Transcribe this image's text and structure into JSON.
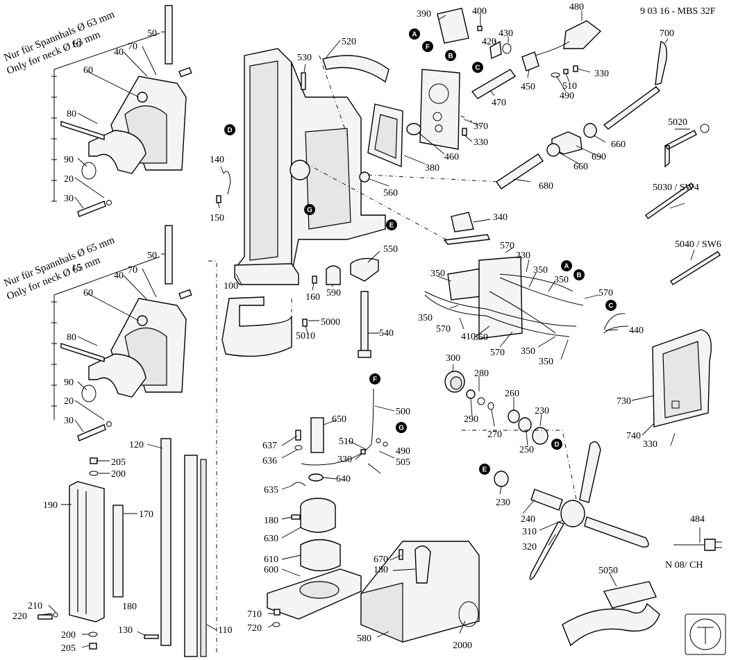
{
  "header": {
    "doc_id": "9 03 16 - MBS 32F"
  },
  "notes": {
    "neck63_de": "Nur für Spannhals Ø 63 mm",
    "neck63_en": "Only for neck Ø 63 mm",
    "neck65_de": "Nur für Spannhals Ø 65 mm",
    "neck65_en": "Only for neck Ø 65 mm",
    "country": "N 08/ CH"
  },
  "brand": {
    "logo": "fein-logo"
  },
  "markers": [
    "A",
    "F",
    "B",
    "C",
    "D",
    "G",
    "E",
    "A",
    "B",
    "C",
    "D",
    "E",
    "F",
    "G"
  ],
  "part_labels": [
    "50",
    "10",
    "40",
    "70",
    "60",
    "80",
    "90",
    "20",
    "30",
    "50",
    "15",
    "40",
    "70",
    "60",
    "80",
    "90",
    "20",
    "30",
    "205",
    "200",
    "190",
    "170",
    "210",
    "220",
    "180",
    "200",
    "205",
    "120",
    "130",
    "110",
    "520",
    "530",
    "140",
    "150",
    "100",
    "160",
    "590",
    "5000",
    "5010",
    "390",
    "400",
    "420",
    "430",
    "370",
    "330",
    "380",
    "460",
    "560",
    "480",
    "450",
    "470",
    "330",
    "510",
    "490",
    "700",
    "660",
    "690",
    "660",
    "5020",
    "680",
    "340",
    "570",
    "330",
    "350",
    "350",
    "350",
    "350",
    "570",
    "350",
    "410",
    "570",
    "570",
    "350",
    "440",
    "350",
    "5030 / SW4",
    "5040 / SW6",
    "550",
    "540",
    "300",
    "280",
    "290",
    "260",
    "270",
    "230",
    "250",
    "500",
    "510",
    "490",
    "330",
    "505",
    "650",
    "637",
    "636",
    "640",
    "635",
    "180",
    "630",
    "610",
    "600",
    "710",
    "720",
    "670",
    "180",
    "580",
    "2000",
    "230",
    "240",
    "310",
    "320",
    "730",
    "740",
    "330",
    "484",
    "5050"
  ]
}
